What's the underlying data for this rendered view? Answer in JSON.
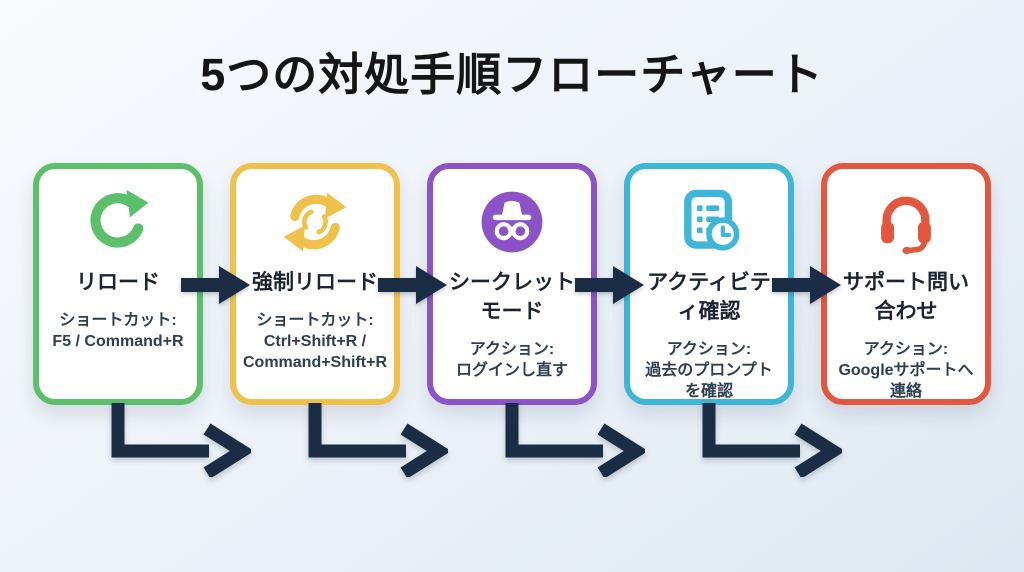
{
  "title": "5つの対処手順フローチャート",
  "colors": {
    "background_start": "#f8fafd",
    "background_end": "#dee8f2",
    "card_background": "#ffffff",
    "title_text": "#151515",
    "step_title_text": "#1b2433",
    "step_subtitle_text": "#2e3f53",
    "arrow": "#1b2d44",
    "step_green": "#5cbf6a",
    "step_yellow": "#f0c14a",
    "step_purple": "#8c52c8",
    "step_cyan": "#3eb6d8",
    "step_red": "#e2573d"
  },
  "steps": [
    {
      "icon": "reload-icon",
      "color": "#5cbf6a",
      "title": "リロード",
      "subtitle": "ショートカット:\nF5 / Command+R"
    },
    {
      "icon": "force-reload-icon",
      "color": "#f0c14a",
      "title": "強制リロード",
      "subtitle": "ショートカット:\nCtrl+Shift+R /\nCommand+Shift+R"
    },
    {
      "icon": "incognito-icon",
      "color": "#8c52c8",
      "title": "シークレット\nモード",
      "subtitle": "アクション:\nログインし直す"
    },
    {
      "icon": "activity-icon",
      "color": "#3eb6d8",
      "title": "アクティビテ\nィ確認",
      "subtitle": "アクション:\n過去のプロンプト\nを確認"
    },
    {
      "icon": "support-icon",
      "color": "#e2573d",
      "title": "サポート問い\n合わせ",
      "subtitle": "アクション:\nGoogleサポートへ\n連絡"
    }
  ]
}
